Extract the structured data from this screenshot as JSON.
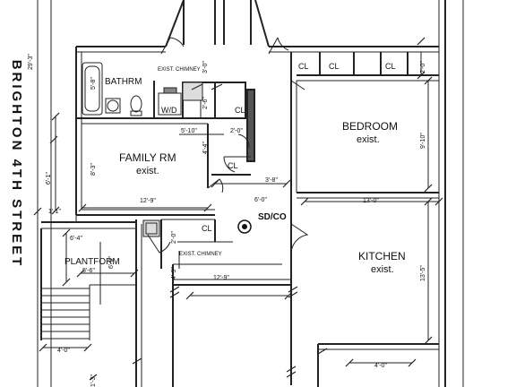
{
  "street_label": "BRIGHTON 4TH STREET",
  "rooms": {
    "bathroom": "BATHRM",
    "family": "FAMILY RM",
    "family_status": "exist.",
    "bedroom": "BEDROOM",
    "bedroom_status": "exist.",
    "kitchen": "KITCHEN",
    "kitchen_status": "exist.",
    "platform": "PLANTFORM",
    "washer_dryer": "W/D"
  },
  "closets": [
    "CL",
    "CL",
    "CL",
    "CL",
    "CL",
    "CL"
  ],
  "chimney": [
    "EXIST. CHIMNEY",
    "EXIST. CHIMNEY"
  ],
  "detector": "SD/CO",
  "dimensions": {
    "overall_height": "29'-3\"",
    "bath_h": "5'-8\"",
    "chimney_w": "3'-0\"",
    "hall_v": "2'-6\"",
    "cl_w": "2'-0\"",
    "hall_w": "5'-10\"",
    "family_h": "8'-3\"",
    "left_ext": "6'-1\"",
    "family_w": "12'-9\"",
    "cl_v": "4'-4\"",
    "step": "3'-8\"",
    "hall_6": "6'-0\"",
    "side_1": "1'-1\"",
    "plat_top": "6'-4\"",
    "plat_h": "6'-0\"",
    "plat_w": "8'-6\"",
    "stair_w": "4'-0\"",
    "bottom_left": "1'-3\"",
    "cl2_v": "2'-0\"",
    "cl3_v": "4'-3\"",
    "corr_w": "12'-9\"",
    "bed_top_v": "2'-0\"",
    "bed_h": "9'-10\"",
    "bed_w": "13'-0\"",
    "kit_h": "13'-5\"",
    "window_w": "4'-0\""
  }
}
